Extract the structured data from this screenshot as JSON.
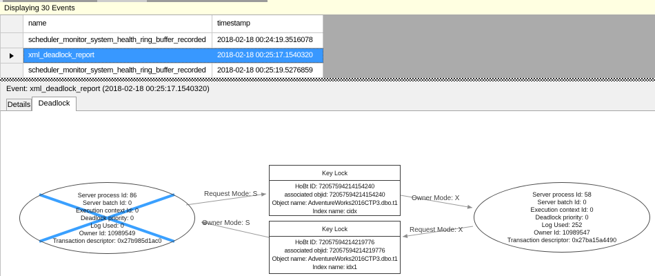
{
  "banner": {
    "text": "Displaying 30 Events"
  },
  "grid": {
    "header": {
      "name": "name",
      "timestamp": "timestamp"
    },
    "rows": [
      {
        "name": "scheduler_monitor_system_health_ring_buffer_recorded",
        "timestamp": "2018-02-18 00:24:19.3516078",
        "selected": false
      },
      {
        "name": "xml_deadlock_report",
        "timestamp": "2018-02-18 00:25:17.1540320",
        "selected": true
      },
      {
        "name": "scheduler_monitor_system_health_ring_buffer_recorded",
        "timestamp": "2018-02-18 00:25:19.5276859",
        "selected": false
      }
    ]
  },
  "event_bar": {
    "text": "Event: xml_deadlock_report (2018-02-18 00:25:17.1540320)"
  },
  "tabs": [
    {
      "label": "Details",
      "active": false
    },
    {
      "label": "Deadlock",
      "active": true
    }
  ],
  "graph": {
    "victim_process": {
      "lines": [
        "Server process Id: 86",
        "Server batch Id: 0",
        "Execution context Id: 0",
        "Deadlock priority: 0",
        "Log Used: 0",
        "Owner Id: 10989549",
        "Transaction descriptor: 0x27b985d1ac0"
      ]
    },
    "right_process": {
      "lines": [
        "Server process Id: 58",
        "Server batch Id: 0",
        "Execution context Id: 0",
        "Deadlock priority: 0",
        "Log Used: 252",
        "Owner Id: 10989547",
        "Transaction descriptor: 0x27ba15a4490"
      ]
    },
    "top_resource": {
      "title": "Key Lock",
      "lines": [
        "HoBt ID: 72057594214154240",
        "associated objid: 72057594214154240",
        "Object name: AdventureWorks2016CTP3.dbo.t1",
        "Index name: cidx"
      ]
    },
    "bottom_resource": {
      "title": "Key Lock",
      "lines": [
        "HoBt ID: 72057594214219776",
        "associated objid: 72057594214219776",
        "Object name: AdventureWorks2016CTP3.dbo.t1",
        "Index name: idx1"
      ]
    },
    "edges": {
      "request_s": "Request Mode: S",
      "owner_s": "Owner Mode: S",
      "owner_x": "Owner Mode: X",
      "request_x": "Request Mode: X"
    }
  },
  "colors": {
    "selection_blue": "#3898ff",
    "victim_cross_blue": "#3aa0ff",
    "banner_bg": "#ffffe1",
    "filler_gray": "#ababab",
    "edge_gray": "#8c8c8c"
  }
}
